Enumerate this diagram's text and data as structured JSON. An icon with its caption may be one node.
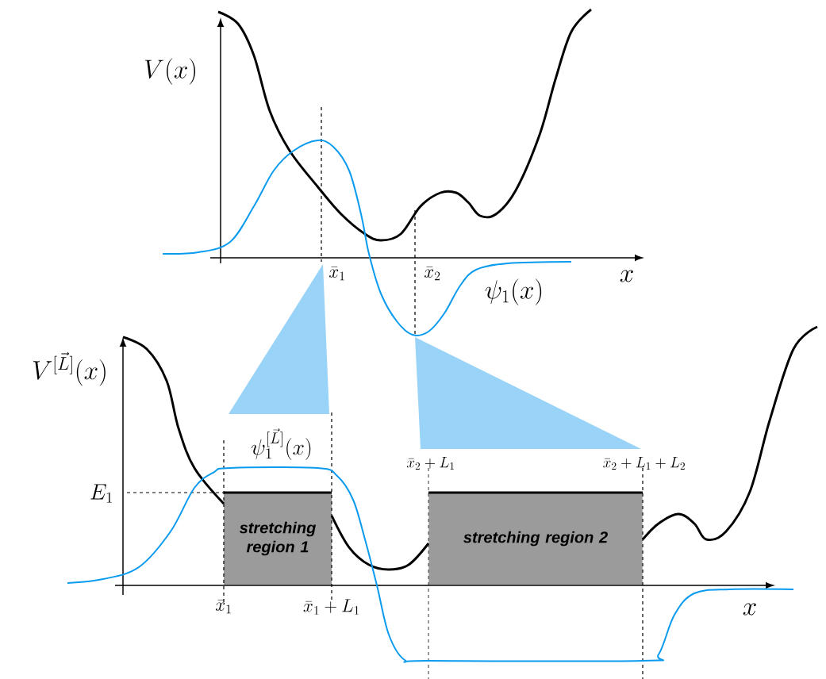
{
  "diagram": {
    "nodes": [
      {
        "text": [
          "stretching region 1"
        ]
      },
      {
        "text": [
          "stretching region 2"
        ]
      }
    ],
    "edges": [],
    "labels": [
      "V(x)",
      "\\bar{x}_1",
      "\\bar{x}_2",
      "x",
      "\\psi_1(x)",
      "V^{[\\vec{L}]}(x)",
      "\\psi_1^{[\\vec{L}]}(x)",
      "\\bar{x}_2+L_1",
      "\\bar{x}_2+L_1+L_2",
      "E_1",
      "\\bar{x}_1",
      "\\bar{x}_1+L_1",
      "x"
    ]
  }
}
